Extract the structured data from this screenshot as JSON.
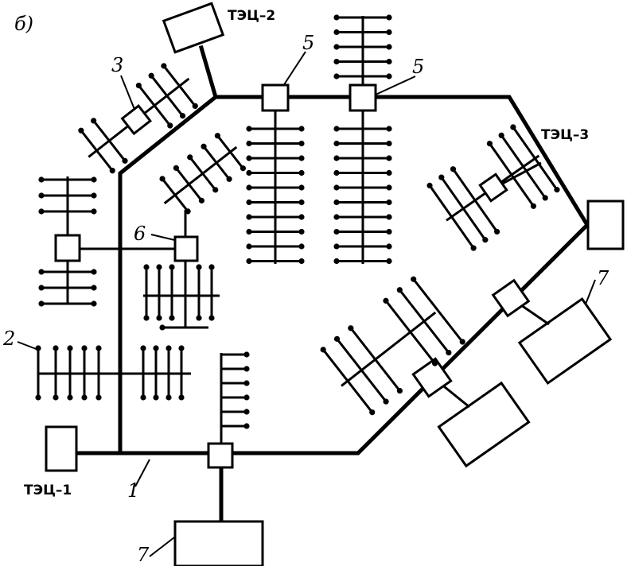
{
  "figure": {
    "panel_label": "б)"
  },
  "plants": {
    "tec1": "ТЭЦ–1",
    "tec2": "ТЭЦ–2",
    "tec3": "ТЭЦ–3"
  },
  "callouts": {
    "main_line": "1",
    "consumer": "2",
    "junction": "3",
    "station_a": "5",
    "station_b": "5",
    "substation": "6",
    "plant_a": "7",
    "plant_b": "7"
  },
  "colors": {
    "ink": "#000000",
    "paper": "#ffffff"
  }
}
